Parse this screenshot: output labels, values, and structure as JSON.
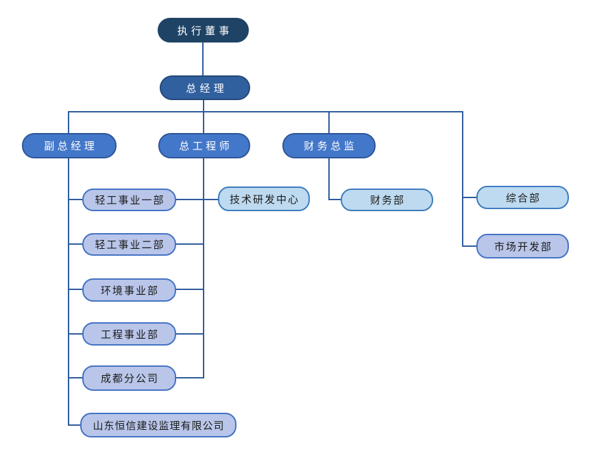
{
  "diagram": {
    "type": "org-chart",
    "background": "#FFFFFF",
    "nodes": {
      "executive_director": {
        "label": "执行董事",
        "level": 1
      },
      "general_manager": {
        "label": "总经理",
        "level": 2
      },
      "deputy_general_manager": {
        "label": "副总经理",
        "level": 3
      },
      "chief_engineer": {
        "label": "总工程师",
        "level": 3
      },
      "finance_director": {
        "label": "财务总监",
        "level": 3
      },
      "light_industry_div_1": {
        "label": "轻工事业一部",
        "level": 4
      },
      "light_industry_div_2": {
        "label": "轻工事业二部",
        "level": 4
      },
      "environment_div": {
        "label": "环境事业部",
        "level": 4
      },
      "engineering_div": {
        "label": "工程事业部",
        "level": 4
      },
      "chengdu_branch": {
        "label": "成都分公司",
        "level": 4
      },
      "shandong_hengxin": {
        "label": "山东恒信建设监理有限公司",
        "level": 4
      },
      "tech_rd_center": {
        "label": "技术研发中心",
        "level": 4
      },
      "finance_dept": {
        "label": "财务部",
        "level": 4
      },
      "general_dept": {
        "label": "综合部",
        "level": 4
      },
      "market_dev_dept": {
        "label": "市场开发部",
        "level": 4
      }
    },
    "edges": [
      {
        "from": "executive_director",
        "to": "general_manager"
      },
      {
        "from": "general_manager",
        "to": "deputy_general_manager"
      },
      {
        "from": "general_manager",
        "to": "chief_engineer"
      },
      {
        "from": "general_manager",
        "to": "finance_director"
      },
      {
        "from": "general_manager",
        "to": "general_dept"
      },
      {
        "from": "general_manager",
        "to": "market_dev_dept"
      },
      {
        "from": "deputy_general_manager",
        "to": "light_industry_div_1"
      },
      {
        "from": "deputy_general_manager",
        "to": "light_industry_div_2"
      },
      {
        "from": "deputy_general_manager",
        "to": "environment_div"
      },
      {
        "from": "deputy_general_manager",
        "to": "engineering_div"
      },
      {
        "from": "deputy_general_manager",
        "to": "chengdu_branch"
      },
      {
        "from": "deputy_general_manager",
        "to": "shandong_hengxin"
      },
      {
        "from": "chief_engineer",
        "to": "light_industry_div_1"
      },
      {
        "from": "chief_engineer",
        "to": "light_industry_div_2"
      },
      {
        "from": "chief_engineer",
        "to": "environment_div"
      },
      {
        "from": "chief_engineer",
        "to": "engineering_div"
      },
      {
        "from": "chief_engineer",
        "to": "chengdu_branch"
      },
      {
        "from": "chief_engineer",
        "to": "tech_rd_center"
      },
      {
        "from": "finance_director",
        "to": "finance_dept"
      }
    ],
    "colors": {
      "level1_fill": "#1F4365",
      "level2_fill": "#30609E",
      "level3_fill": "#4377C9",
      "level3_border": "#2E5597",
      "dept_periwinkle_fill": "#B9C6E9",
      "dept_periwinkle_border": "#4472C4",
      "dept_sky_fill": "#BDDAF0",
      "dept_sky_border": "#3D7BBF",
      "connector_line": "#2E5B9C",
      "text_light": "#FFFFFF",
      "text_dark": "#1A1A1A"
    }
  }
}
